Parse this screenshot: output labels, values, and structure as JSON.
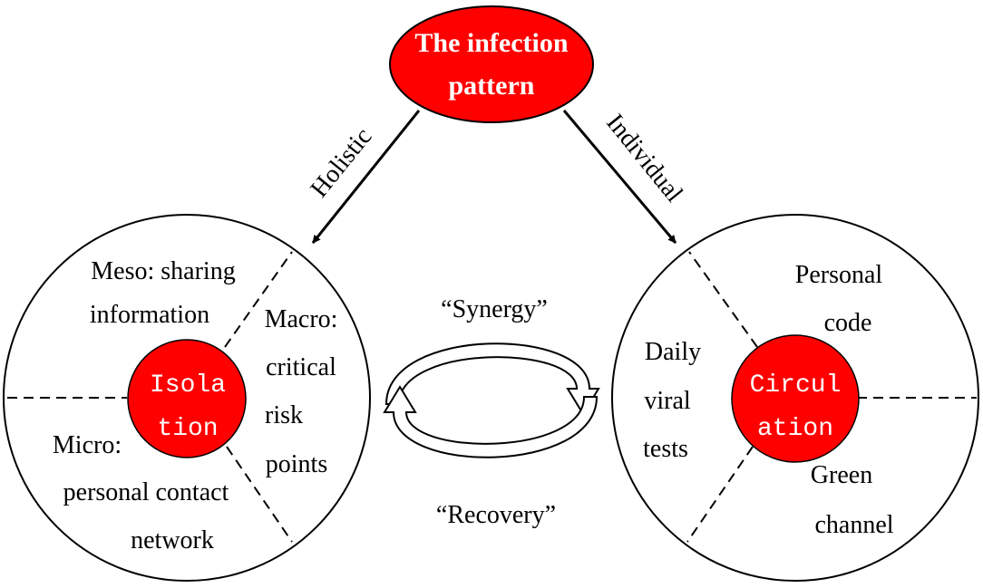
{
  "top_node": {
    "line1": "The infection",
    "line2": "pattern",
    "fill": "#ff0000",
    "text_color": "#ffffff"
  },
  "arrows": {
    "left_label": "Holistic",
    "right_label": "Individual"
  },
  "left_circle": {
    "center_line1": "Isola",
    "center_line2": "tion",
    "center_fill": "#ff0000",
    "meso_line1": "Meso: sharing",
    "meso_line2": "information",
    "macro_line1": "Macro:",
    "macro_line2": "critical",
    "macro_line3": "risk",
    "macro_line4": "points",
    "micro_line1": "Micro:",
    "micro_line2": "personal contact",
    "micro_line3": "network"
  },
  "right_circle": {
    "center_line1": "Circul",
    "center_line2": "ation",
    "center_fill": "#ff0000",
    "personal_line1": "Personal",
    "personal_line2": "code",
    "daily_line1": "Daily",
    "daily_line2": "viral",
    "daily_line3": "tests",
    "green_line1": "Green",
    "green_line2": "channel"
  },
  "cycle": {
    "top_label": "“Synergy”",
    "bottom_label": "“Recovery”"
  }
}
